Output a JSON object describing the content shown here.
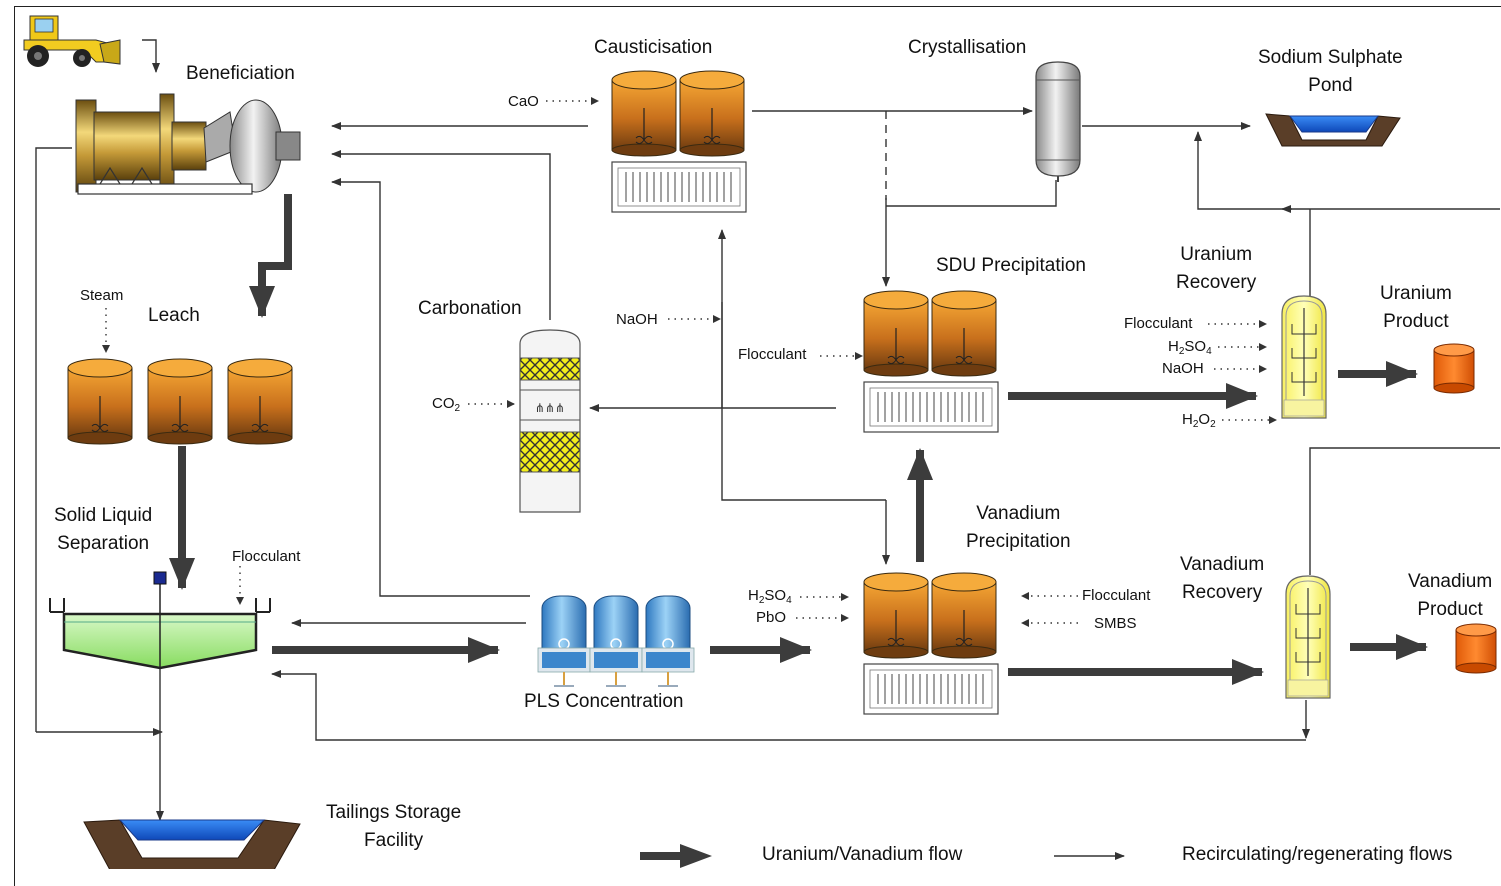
{
  "units": {
    "beneficiation": "Beneficiation",
    "causticisation": "Causticisation",
    "crystallisation": "Crystallisation",
    "sodium_sulphate_pond": [
      "Sodium Sulphate",
      "Pond"
    ],
    "leach": "Leach",
    "carbonation": "Carbonation",
    "sdu_precipitation": "SDU Precipitation",
    "uranium_recovery": [
      "Uranium",
      "Recovery"
    ],
    "uranium_product": [
      "Uranium",
      "Product"
    ],
    "solid_liquid_separation": [
      "Solid Liquid",
      "Separation"
    ],
    "pls_concentration": "PLS Concentration",
    "vanadium_precipitation": [
      "Vanadium",
      "Precipitation"
    ],
    "vanadium_recovery": [
      "Vanadium",
      "Recovery"
    ],
    "vanadium_product": [
      "Vanadium",
      "Product"
    ],
    "tailings_storage": [
      "Tailings Storage",
      "Facility"
    ]
  },
  "reagents": {
    "cao": "CaO",
    "steam": "Steam",
    "naoh_1": "NaOH",
    "co2": "CO2",
    "flocculant_sdu": "Flocculant",
    "flocculant_ur": "Flocculant",
    "h2so4_ur": "H2SO4",
    "naoh_ur": "NaOH",
    "h2o2": "H2O2",
    "flocculant_sls": "Flocculant",
    "h2so4_vp": "H2SO4",
    "pbo": "PbO",
    "flocculant_vp": "Flocculant",
    "smbs": "SMBS"
  },
  "legend": {
    "main_flow": "Uranium/Vanadium flow",
    "recirc_flow": "Recirculating/regenerating flows"
  },
  "colors": {
    "tank_top": "#f09a28",
    "tank_bottom": "#7a4310",
    "main_arrow": "#3c3c3c",
    "clarifier_liquid": "#b8f0a0",
    "column_packing": "#f2ee1a",
    "recovery_vessel": "#fbfb7a",
    "product_drum": "#f26a10",
    "pond_water": "#1e6fe0",
    "pond_earth": "#5a3e28",
    "pls_vessel": "#3a8fd8"
  }
}
